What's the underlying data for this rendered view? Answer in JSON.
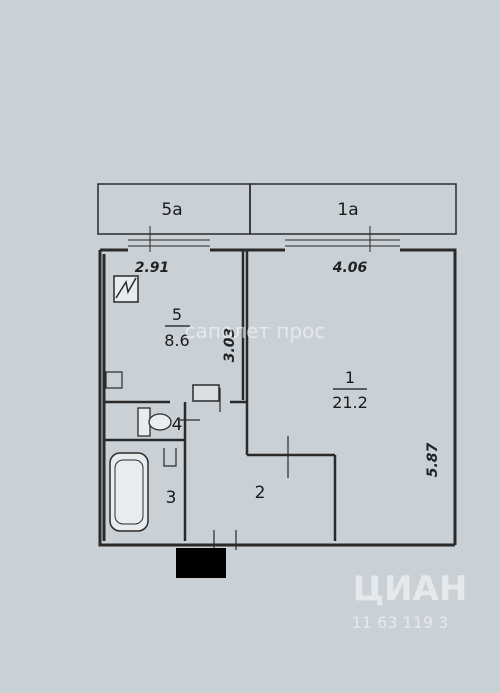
{
  "rooms": [
    {
      "id": "balcony-left",
      "label": "5a"
    },
    {
      "id": "balcony-right",
      "label": "1a"
    },
    {
      "id": "kitchen",
      "number": "5",
      "area": "8.6"
    },
    {
      "id": "living-room",
      "number": "1",
      "area": "21.2"
    },
    {
      "id": "toilet",
      "number": "4"
    },
    {
      "id": "bathroom",
      "number": "3"
    },
    {
      "id": "hallway",
      "number": "2"
    }
  ],
  "dimensions": {
    "kitchen_width": "2.91",
    "living_width": "4.06",
    "kitchen_depth": "3.03",
    "living_depth": "5.87"
  },
  "watermarks": {
    "center": "саполет\nпрос",
    "corner": "ЦИАН",
    "corner_number": "11 63 119 3"
  },
  "colors": {
    "paper": "#c9d0d6",
    "wall": "#2a2a2a",
    "redaction": "#000000"
  },
  "icons": [
    "ventilation-shaft-icon",
    "toilet-icon",
    "bathtub-icon",
    "sink-icon"
  ]
}
